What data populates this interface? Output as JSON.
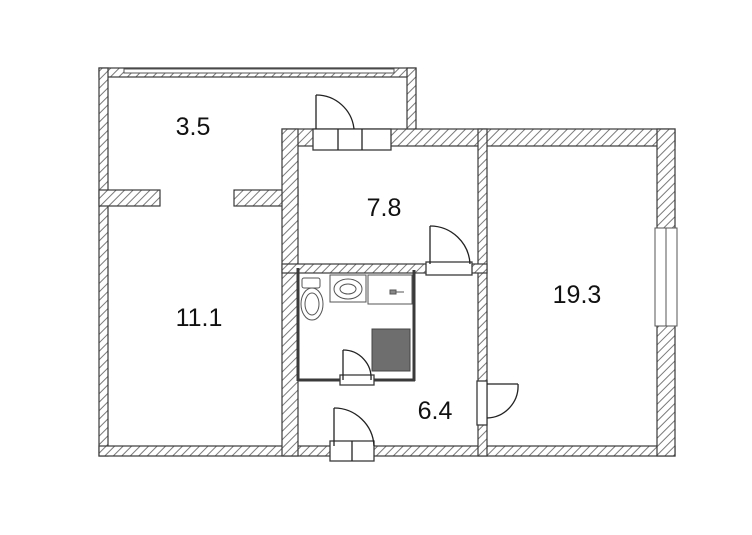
{
  "colors": {
    "wall_stroke": "#3a3a3a",
    "hatch": "#7a7a7a",
    "fixture": "#555555",
    "stove": "#6e6e6e",
    "background": "#ffffff"
  },
  "rooms": [
    {
      "id": "room-a",
      "area": "3.5"
    },
    {
      "id": "room-b",
      "area": "11.1"
    },
    {
      "id": "room-c",
      "area": "7.8"
    },
    {
      "id": "room-d",
      "area": "19.3"
    },
    {
      "id": "room-e",
      "area": "6.4"
    }
  ],
  "fixtures": [
    "toilet-icon",
    "washbasin-icon",
    "bathtub-icon",
    "stove-icon"
  ]
}
